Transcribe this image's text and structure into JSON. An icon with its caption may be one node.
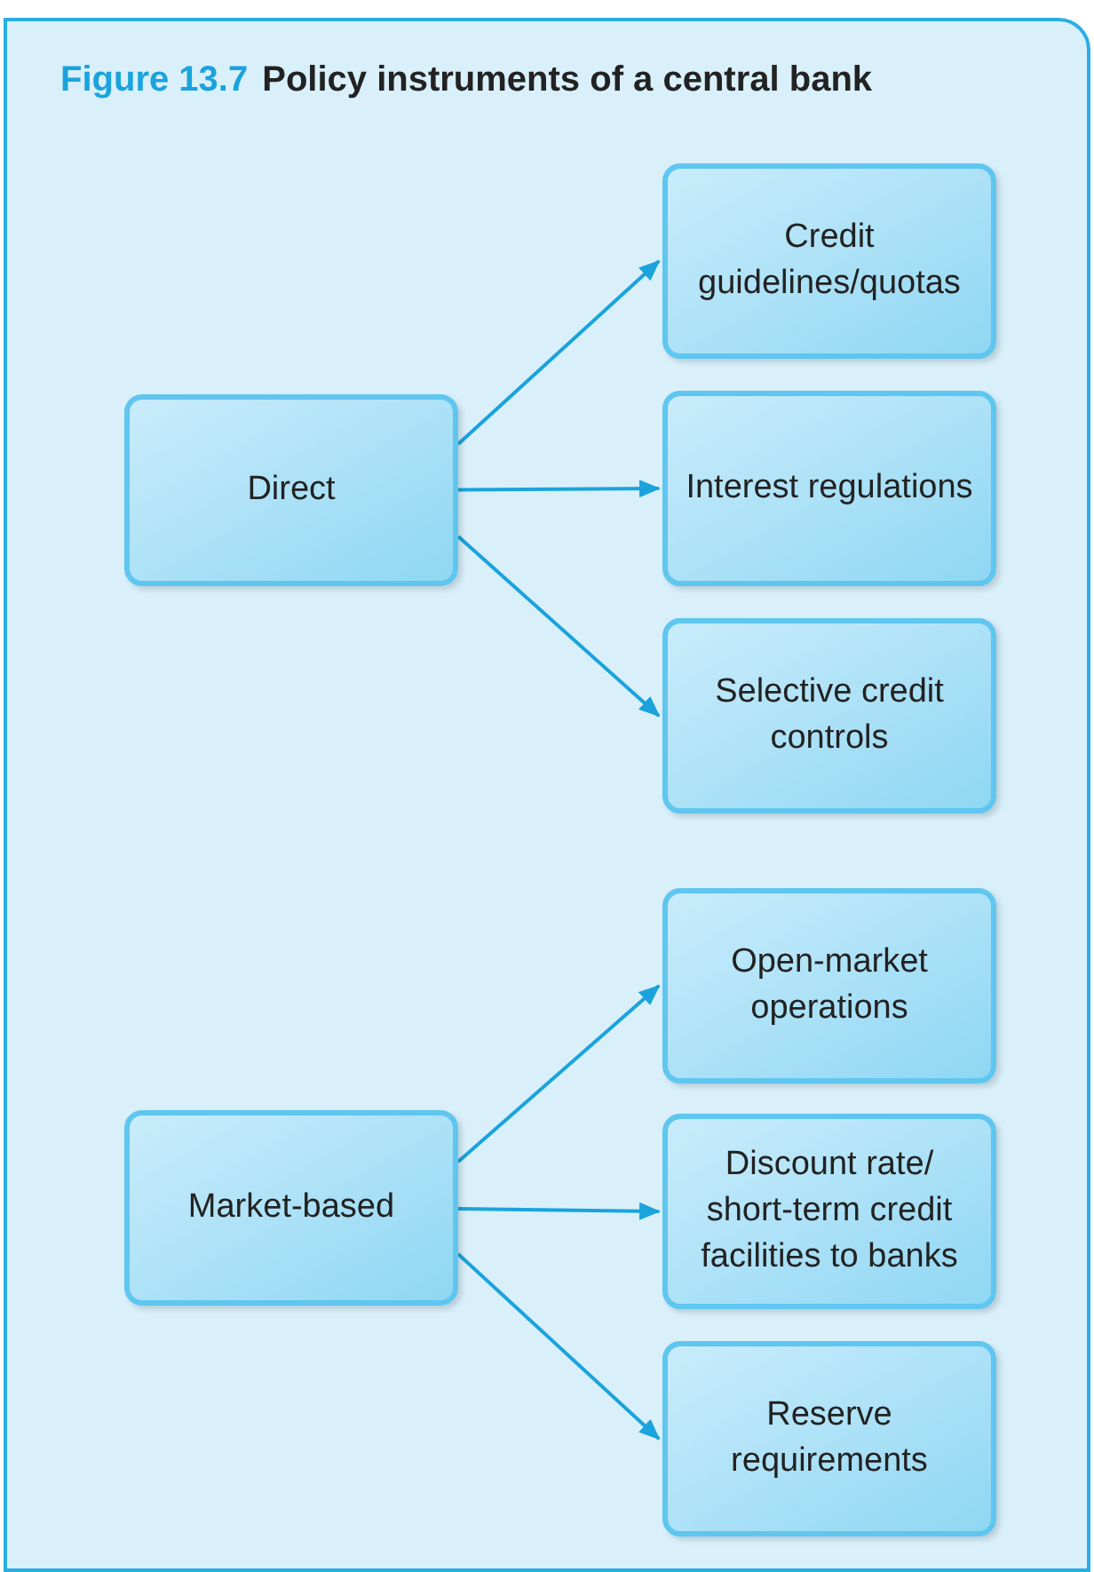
{
  "diagram": {
    "title": "Policy instruments of a central bank",
    "labels": [
      "Figure 13.7"
    ],
    "nodes": [
      {
        "text": [
          "Direct"
        ]
      },
      {
        "text": [
          "Credit guidelines/quotas"
        ]
      },
      {
        "text": [
          "Interest regulations"
        ]
      },
      {
        "text": [
          "Selective credit controls"
        ]
      },
      {
        "text": [
          "Market-based"
        ]
      },
      {
        "text": [
          "Open-market operations"
        ]
      },
      {
        "text": [
          "Discount rate/ short-term credit facilities to banks"
        ]
      },
      {
        "text": [
          "Reserve requirements"
        ]
      }
    ],
    "edges": [
      {
        "from": 0,
        "to": 1,
        "arrow": "to"
      },
      {
        "from": 0,
        "to": 2,
        "arrow": "to"
      },
      {
        "from": 0,
        "to": 3,
        "arrow": "to"
      },
      {
        "from": 4,
        "to": 5,
        "arrow": "to"
      },
      {
        "from": 4,
        "to": 6,
        "arrow": "to"
      },
      {
        "from": 4,
        "to": 7,
        "arrow": "to"
      }
    ]
  }
}
